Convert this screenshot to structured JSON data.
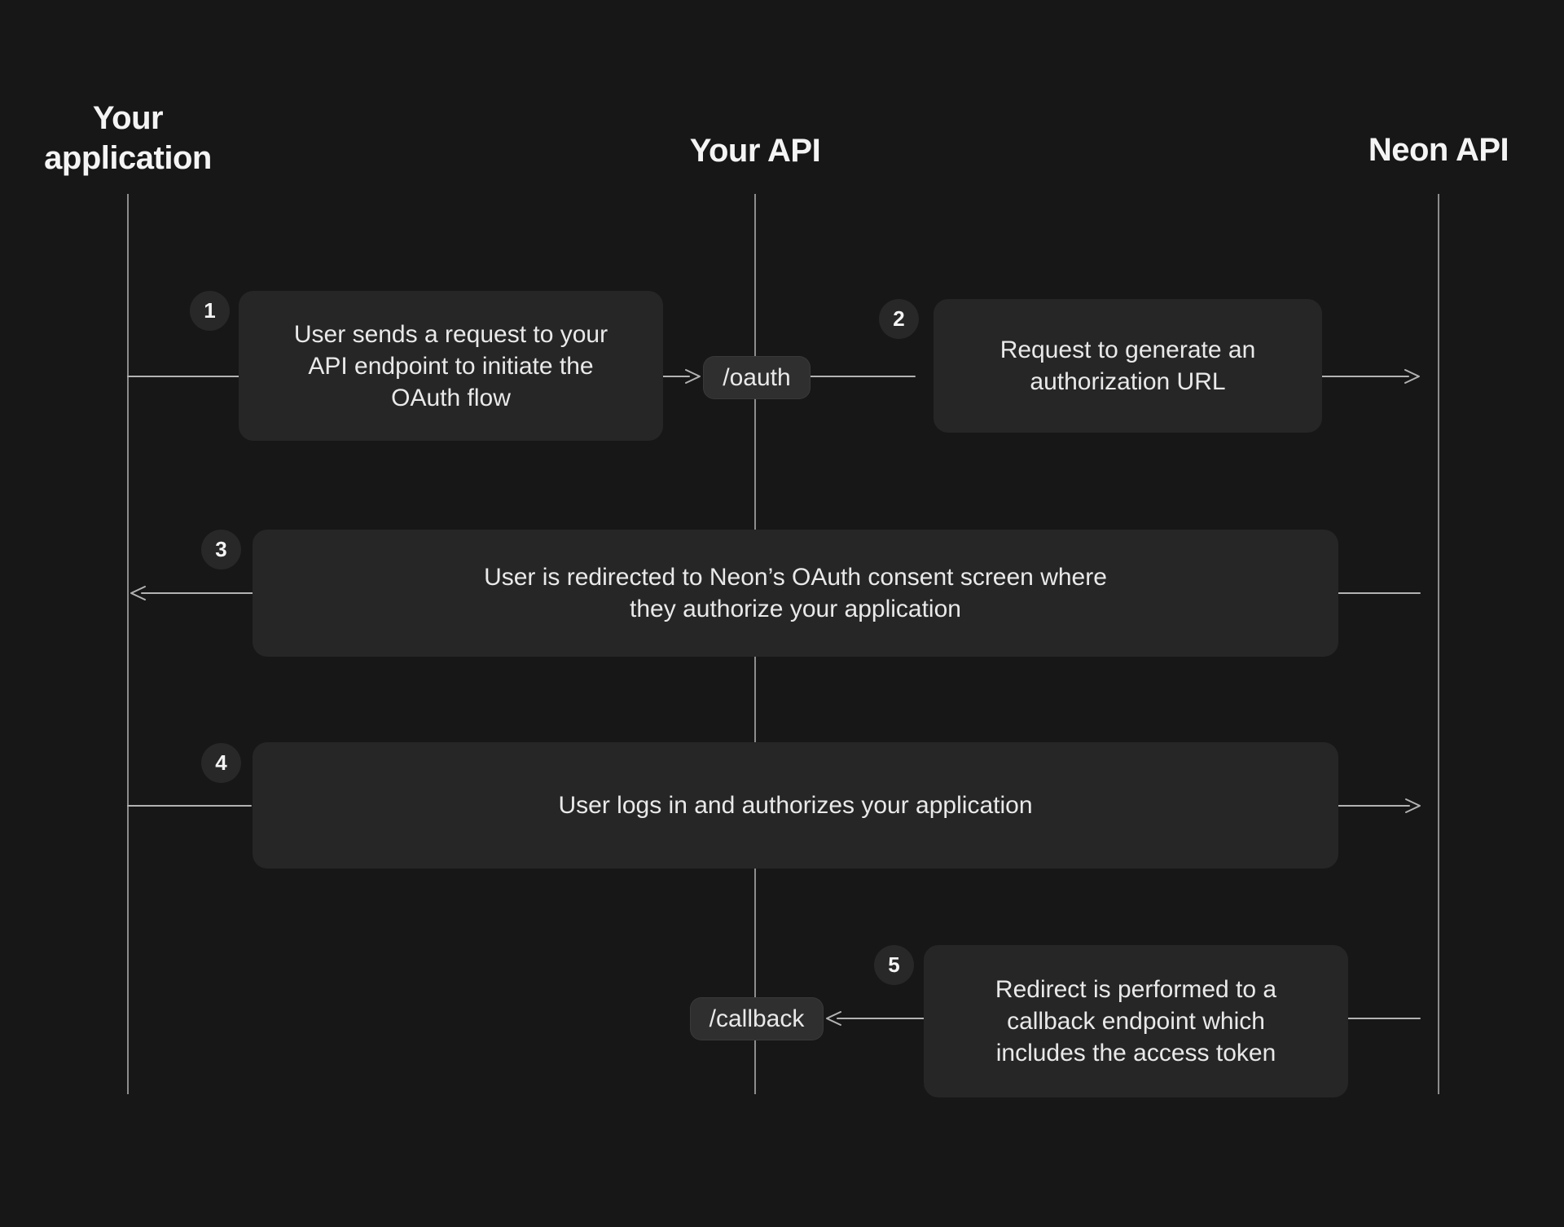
{
  "colors": {
    "background": "#171717",
    "box": "#262626",
    "pill": "#2f2f2f",
    "circle": "#282828",
    "lifeline": "#8d8d8d",
    "connector": "#b3b3b3",
    "heading_text": "#f4f4f4",
    "body_text": "#e9e9e9"
  },
  "diagram": {
    "type": "sequence-diagram",
    "topic": "OAuth flow between your application, your API and the Neon API"
  },
  "actors": [
    {
      "id": "your-application",
      "label": "Your\napplication"
    },
    {
      "id": "your-api",
      "label": "Your API"
    },
    {
      "id": "neon-api",
      "label": "Neon API"
    }
  ],
  "endpoints": [
    {
      "id": "oauth",
      "label": "/oauth"
    },
    {
      "id": "callback",
      "label": "/callback"
    }
  ],
  "steps": [
    {
      "number": "1",
      "text": "User sends a request to your\nAPI endpoint to initiate the\nOAuth flow"
    },
    {
      "number": "2",
      "text": "Request to generate an\nauthorization URL"
    },
    {
      "number": "3",
      "text": "User is redirected to Neon’s OAuth consent screen where\nthey authorize your application"
    },
    {
      "number": "4",
      "text": "User logs in and authorizes your application"
    },
    {
      "number": "5",
      "text": "Redirect is performed to a\ncallback endpoint which\nincludes the access token"
    }
  ]
}
